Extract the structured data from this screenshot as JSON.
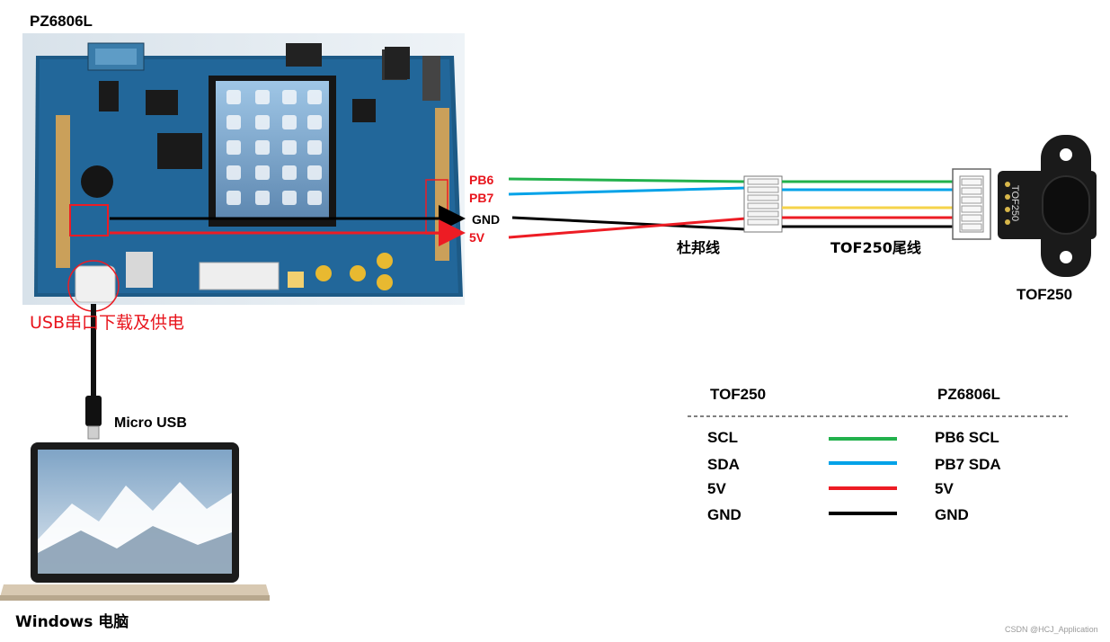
{
  "board": {
    "title": "PZ6806L",
    "usb_caption": "USB串口下载及供电",
    "pins": [
      "PB6",
      "PB7",
      "GND",
      "5V"
    ]
  },
  "cable": {
    "micro_usb_label": "Micro USB",
    "dupont_label": "杜邦线",
    "tail_label": "TOF250尾线"
  },
  "sensor": {
    "title": "TOF250",
    "body_text": "TOF250"
  },
  "computer": {
    "label": "Windows 电脑"
  },
  "legend": {
    "left_header": "TOF250",
    "right_header": "PZ6806L",
    "rows": [
      {
        "left": "SCL",
        "right": "PB6 SCL",
        "color": "#22b14c"
      },
      {
        "left": "SDA",
        "right": "PB7 SDA",
        "color": "#00a2e8"
      },
      {
        "left": "5V",
        "right": "5V",
        "color": "#ed1c24"
      },
      {
        "left": "GND",
        "right": "GND",
        "color": "#000000"
      }
    ]
  },
  "colors": {
    "green": "#22b14c",
    "blue": "#00a2e8",
    "yellow": "#f5d34a",
    "red": "#ed1c24",
    "black": "#000000",
    "pcb": "#1d5a86"
  },
  "watermark": "CSDN @HCJ_Application"
}
